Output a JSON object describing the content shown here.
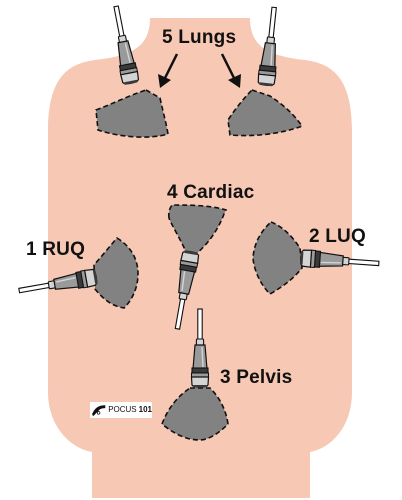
{
  "colors": {
    "torso": "#f7c8b4",
    "field": "#828282",
    "outline": "#111111",
    "probe_dark": "#3a3a3a",
    "probe_mid": "#9a9a9a",
    "probe_light": "#d4d4d4",
    "cable": "#ffffff"
  },
  "labels": {
    "lungs": "5 Lungs",
    "cardiac": "4 Cardiac",
    "ruq": "1 RUQ",
    "luq": "2 LUQ",
    "pelvis": "3 Pelvis"
  },
  "logo": {
    "text": "POCUS",
    "number": "101",
    "icon": "probe-logo-icon"
  }
}
